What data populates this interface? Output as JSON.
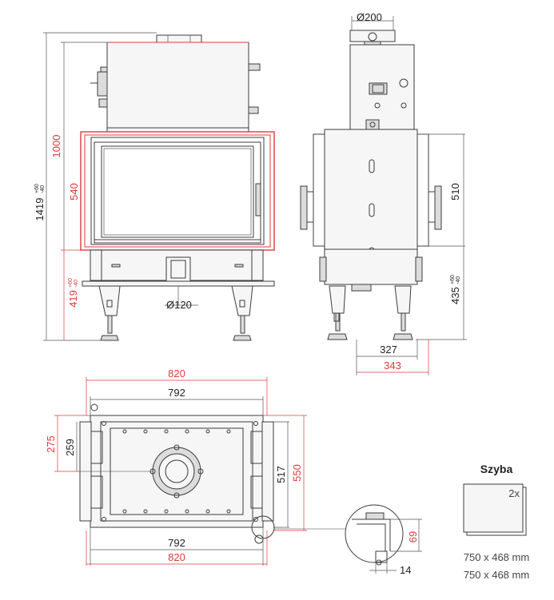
{
  "labels": {
    "d200": "Ø200",
    "d120": "Ø120",
    "h1000": "1000",
    "h1419": "1419",
    "tol1419_up": "+60",
    "tol1419_dn": "-40",
    "h540": "540",
    "h419": "419",
    "tol419_up": "+60",
    "tol419_dn": "-40",
    "h510": "510",
    "h435": "435",
    "tol435_up": "+60",
    "tol435_dn": "-40",
    "w327": "327",
    "w343": "343",
    "w820_top": "820",
    "w792_top": "792",
    "w792_bottom": "792",
    "w820_bottom": "820",
    "h275": "275",
    "h259": "259",
    "h517": "517",
    "h550": "550",
    "h69": "69",
    "w14": "14"
  },
  "szyba": {
    "title": "Szyba",
    "quantity": "2x",
    "size1": "750 x 468 mm",
    "size2": "750 x 468 mm"
  },
  "colors": {
    "line": "#3c3c3c",
    "red": "#e03a3a",
    "text": "#222222"
  }
}
